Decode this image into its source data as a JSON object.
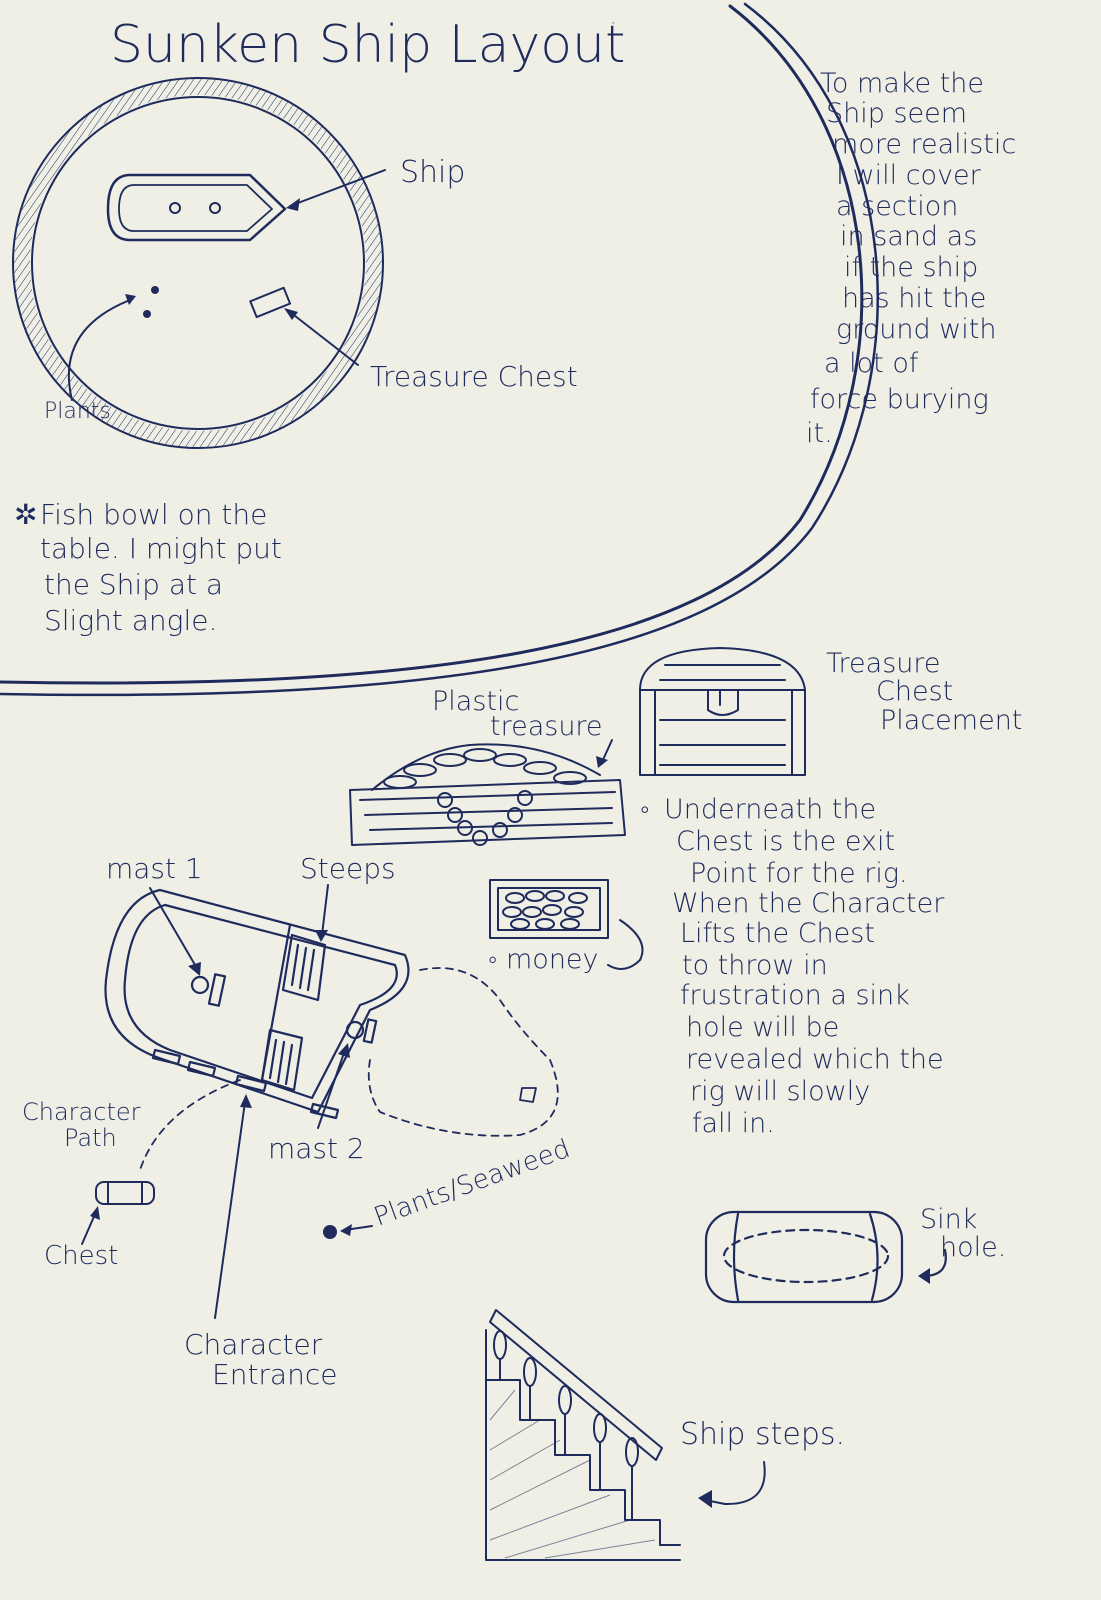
{
  "title": "Sunken Ship Layout",
  "top_diagram": {
    "labels": {
      "ship": "Ship",
      "treasure_chest": "Treasure Chest",
      "plants": "Plants"
    }
  },
  "side_note": [
    "To make the",
    "Ship seem",
    "more realistic",
    "I will cover",
    "a section",
    "in sand as",
    "if the ship",
    "has hit the",
    "ground with",
    "a lot of",
    "force burying",
    "it."
  ],
  "fishbowl_note": [
    "Fish bowl on the",
    "table. I might put",
    "the Ship at a",
    "Slight angle."
  ],
  "treasure": {
    "plastic_treasure": [
      "Plastic",
      "treasure"
    ],
    "chest_placement": [
      "Treasure",
      "Chest",
      "Placement"
    ],
    "money": "money"
  },
  "exit_note": [
    "Underneath the",
    "Chest is the exit",
    "Point for the rig.",
    "When the Character",
    "Lifts the Chest",
    "to throw in",
    "frustration a sink",
    "hole will be",
    "revealed which the",
    "rig will slowly",
    "fall in."
  ],
  "plan_labels": {
    "mast1": "mast 1",
    "steeps": "Steeps",
    "mast2": "mast 2",
    "character_path": [
      "Character",
      "Path"
    ],
    "chest": "Chest",
    "plants_seaweed": "Plants/Seaweed",
    "character_entrance": [
      "Character",
      "Entrance"
    ]
  },
  "sink_hole": [
    "Sink",
    "hole."
  ],
  "ship_steps": "Ship steps."
}
